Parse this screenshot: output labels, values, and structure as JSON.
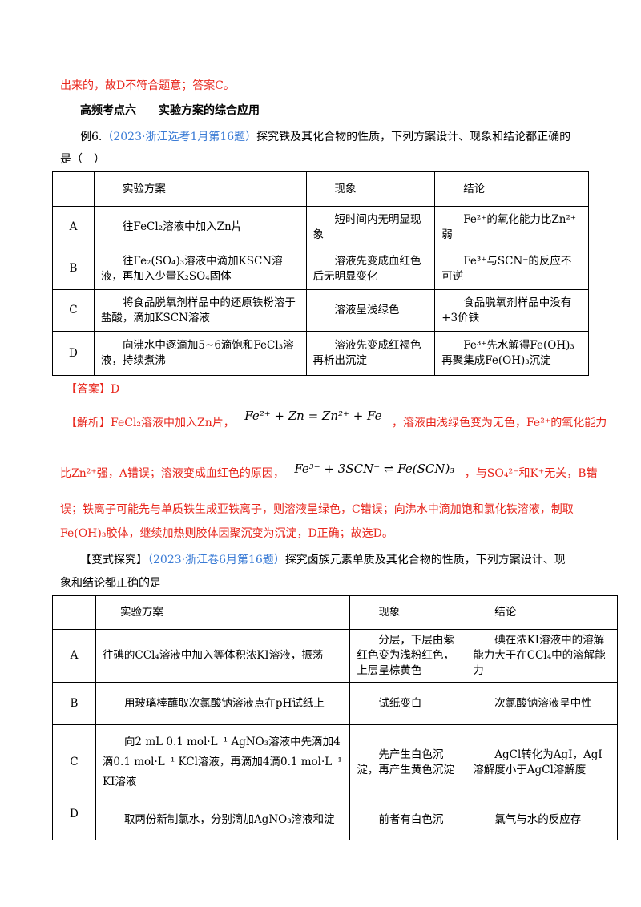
{
  "line_top": "出来的，故D不符合题意；答案C。",
  "heading": "高频考点六　　实验方案的综合应用",
  "ex6": {
    "prefix": "例6.",
    "source": "（2023·浙江选考1月第16题）",
    "question_a": "探究铁及其化合物的性质，下列方案设计、现象和结论都正确的",
    "question_b": "是（　）"
  },
  "table1": {
    "headers": [
      "",
      "实验方案",
      "现象",
      "结论"
    ],
    "rows": [
      {
        "label": "A",
        "plan": "往FeCl₂溶液中加入Zn片",
        "phen": "短时间内无明显现象",
        "concl": "Fe²⁺的氧化能力比Zn²⁺弱"
      },
      {
        "label": "B",
        "plan": "往Fe₂(SO₄)₃溶液中滴加KSCN溶液，再加入少量K₂SO₄固体",
        "phen": "溶液先变成血红色后无明显变化",
        "concl": "Fe³⁺与SCN⁻的反应不可逆"
      },
      {
        "label": "C",
        "plan": "将食品脱氧剂样品中的还原铁粉溶于盐酸，滴加KSCN溶液",
        "phen": "溶液呈浅绿色",
        "concl": "食品脱氧剂样品中没有+3价铁"
      },
      {
        "label": "D",
        "plan": "向沸水中逐滴加5~6滴饱和FeCl₃溶液，持续煮沸",
        "phen": "溶液先变成红褐色再析出沉淀",
        "concl": "Fe³⁺先水解得Fe(OH)₃再聚集成Fe(OH)₃沉淀"
      }
    ]
  },
  "answer": "【答案】D",
  "analysis": {
    "p1a": "【解析】FeCl₂溶液中加入Zn片，",
    "eq1": "Fe²⁺ + Zn = Zn²⁺ + Fe",
    "p1b": "，溶液由浅绿色变为无色，Fe²⁺的氧化能力",
    "p2a": "比Zn²⁺强，A错误；溶液变成血红色的原因，",
    "eq2": "Fe³⁻ + 3SCN⁻ ⇌ Fe(SCN)₃",
    "p2b": "，与SO₄²⁻和K⁺无关，B错",
    "p3": "误；铁离子可能先与单质铁生成亚铁离子，则溶液呈绿色，C错误；向沸水中滴加饱和氯化铁溶液，制取",
    "p4": "Fe(OH)₃胶体，继续加热则胶体因聚沉变为沉淀，D正确；故选D。"
  },
  "variant": {
    "prefix": "【变式探究】",
    "source": "（2023·浙江卷6月第16题）",
    "question_a": "探究卤族元素单质及其化合物的性质，下列方案设计、现",
    "question_b": "象和结论都正确的是"
  },
  "table2": {
    "headers": [
      "",
      "实验方案",
      "现象",
      "结论"
    ],
    "rows": [
      {
        "label": "A",
        "plan": "往碘的CCl₄溶液中加入等体积浓KI溶液，振荡",
        "phen": "分层，下层由紫红色变为浅粉红色，上层呈棕黄色",
        "concl": "碘在浓KI溶液中的溶解能力大于在CCl₄中的溶解能力"
      },
      {
        "label": "B",
        "plan": "用玻璃棒蘸取次氯酸钠溶液点在pH试纸上",
        "phen": "试纸变白",
        "concl": "次氯酸钠溶液呈中性"
      },
      {
        "label": "C",
        "plan": "向2 mL 0.1 mol·L⁻¹ AgNO₃溶液中先滴加4滴0.1 mol·L⁻¹ KCl溶液，再滴加4滴0.1 mol·L⁻¹ KI溶液",
        "phen": "先产生白色沉淀，再产生黄色沉淀",
        "concl": "AgCl转化为AgI，AgI溶解度小于AgCl溶解度"
      },
      {
        "label": "D",
        "plan": "取两份新制氯水，分别滴加AgNO₃溶液和淀",
        "phen": "前者有白色沉",
        "concl": "氯气与水的反应存"
      }
    ]
  }
}
